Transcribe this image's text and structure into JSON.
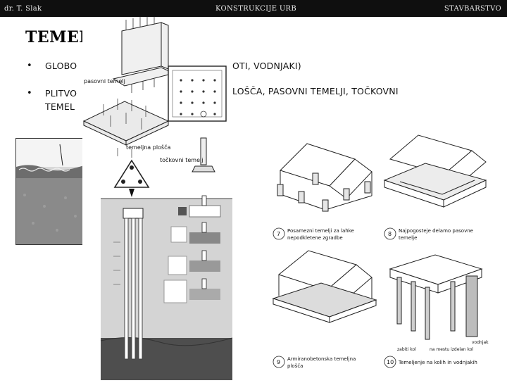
{
  "header": {
    "author": "dr. T. Slak",
    "course": "KONSTRUKCIJE URB",
    "section": "STAVBARSTVO"
  },
  "slide": {
    "title": "TEMELJ",
    "bullets": [
      {
        "symbol": "•",
        "text": "GLOBO"
      },
      {
        "symbol": "•",
        "text": "PLITVO"
      }
    ],
    "bullet1_right": "OTI, VODNJAKI)",
    "bullet2_right": "LOŠČA, PASOVNI TEMELJI, TOČKOVNI",
    "bullet2_line2": "TEMEL"
  },
  "figure_middle": {
    "label_strip": "pasovni temelj",
    "label_slab": "temeljna plošča",
    "label_point": "točkovni temelj"
  },
  "figure_right": {
    "captions": [
      {
        "num": "7",
        "text": "Posamezni temelji za lahke nepodkletene zgradbe"
      },
      {
        "num": "8",
        "text": "Najpogostejše delamo pasovne temelje"
      },
      {
        "num": "9",
        "text": "Armiranobetonska temeljna plošča"
      },
      {
        "num": "10",
        "text": "Temeljenje na kolih in vodnjakih"
      }
    ],
    "annotations": {
      "vodnjak": "vodnjak",
      "zabitikol": "zabiti kol",
      "naravni": "na mestu izdelan kol"
    }
  },
  "colors": {
    "header_bg": "#0f0f0f",
    "header_text": "#e8e8e8",
    "text": "#111111"
  }
}
